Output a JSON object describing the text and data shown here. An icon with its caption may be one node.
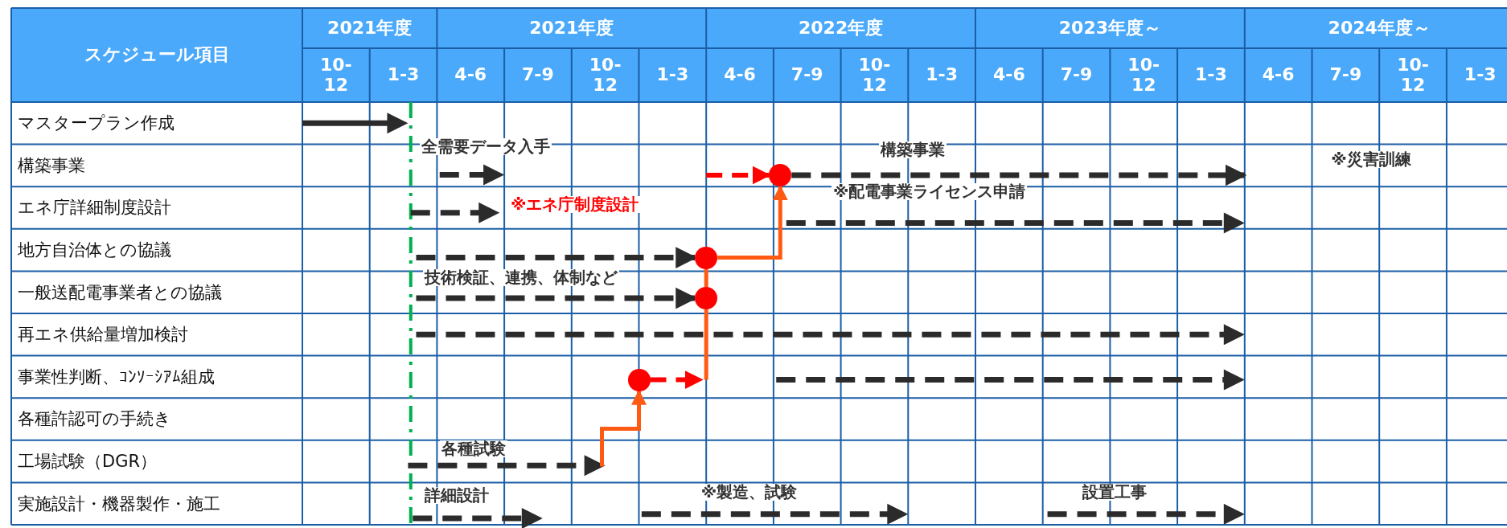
{
  "diagram": {
    "nodes": [
      {
        "text": [],
        "shape": "circle"
      },
      {
        "text": [],
        "shape": "circle"
      },
      {
        "text": [],
        "shape": "circle"
      },
      {
        "text": [],
        "shape": "circle"
      }
    ],
    "edges": [
      {
        "from": null,
        "to": 1,
        "arrow": "to",
        "style": "dashed",
        "color": "#2b2b2b"
      },
      {
        "from": null,
        "to": 2,
        "arrow": "to",
        "style": "dashed",
        "color": "#2b2b2b"
      },
      {
        "from": null,
        "to": 0,
        "arrow": "to",
        "color": "#ff5a14"
      },
      {
        "from": 0,
        "to": null,
        "arrow": "to",
        "style": "dashed",
        "color": "#ff0000"
      },
      {
        "from": null,
        "to": 3,
        "arrow": "to",
        "style": "dashed",
        "color": "#ff0000"
      },
      {
        "from": 1,
        "to": 3,
        "arrow": "to",
        "color": "#ff5a14"
      },
      {
        "from": 2,
        "to": 1,
        "arrow": "none",
        "color": "#ff5a14"
      },
      {
        "from": null,
        "to": 2,
        "arrow": "none",
        "color": "#ff5a14"
      },
      {
        "from": 3,
        "to": null,
        "arrow": "to",
        "style": "dashed",
        "color": "#2b2b2b"
      }
    ],
    "labels": [
      "スケジュール項目",
      "2021年度",
      "2021年度",
      "2022年度",
      "2023年度～",
      "2024年度～",
      "10-12",
      "1-3",
      "4-6",
      "7-9",
      "10-12",
      "1-3",
      "4-6",
      "7-9",
      "10-12",
      "1-3",
      "4-6",
      "7-9",
      "10-12",
      "1-3",
      "4-6",
      "7-9",
      "10-12",
      "1-3",
      "マスタープラン作成",
      "構築事業",
      "全需要データ入手",
      "構築事業",
      "※災害訓練",
      "エネ庁詳細制度設計",
      "※エネ庁制度設計",
      "※配電事業ライセンス申請",
      "地方自治体との協議",
      "一般送配電事業者との協議",
      "技術検証、連携、体制など",
      "再エネ供給量増加検討",
      "事業性判断、ｺﾝｿｰｼｱﾑ組成",
      "各種許認可の手続き",
      "工場試験（DGR）",
      "各種試験",
      "実施設計・機器製作・施工",
      "詳細設計",
      "※製造、試験",
      "設置工事"
    ]
  }
}
